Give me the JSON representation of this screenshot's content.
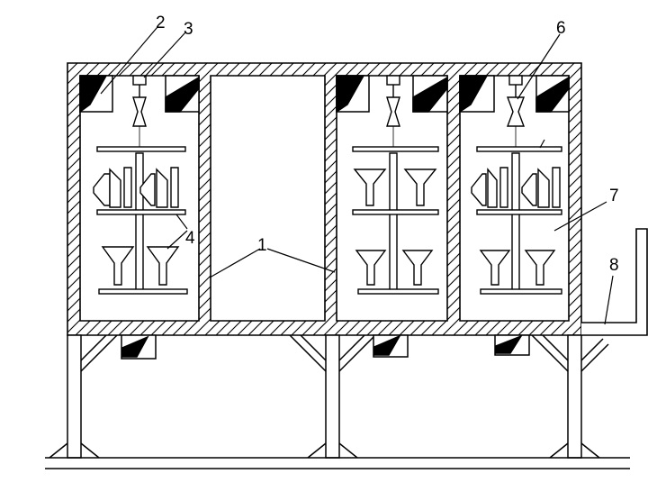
{
  "labels": {
    "l1": "1",
    "l2": "2",
    "l3": "3",
    "l4": "4",
    "l6": "6",
    "l7": "7",
    "l8": "8"
  },
  "colors": {
    "stroke": "#000000",
    "background": "#ffffff"
  }
}
